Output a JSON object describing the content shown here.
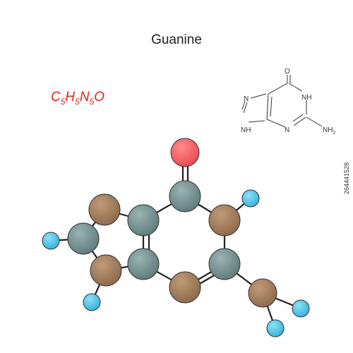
{
  "title": "Guanine",
  "formula": {
    "parts": [
      {
        "el": "C",
        "n": "5"
      },
      {
        "el": "H",
        "n": "5"
      },
      {
        "el": "N",
        "n": "5"
      },
      {
        "el": "O",
        "n": ""
      }
    ]
  },
  "skeletal": {
    "labels": {
      "o": "O",
      "n1h": "NH",
      "n7": "N",
      "n3": "N",
      "n9h": "NH",
      "nh2_main": "NH",
      "nh2_sub": "2"
    }
  },
  "model": {
    "atom_legend": {
      "C": "#6e8b8b",
      "N": "#a07a5a",
      "O": "#f25a5f",
      "H": "#4fc3e8"
    }
  },
  "stock_id": "264441528",
  "colors": {
    "formula": "#e2231a",
    "title": "#222222"
  }
}
